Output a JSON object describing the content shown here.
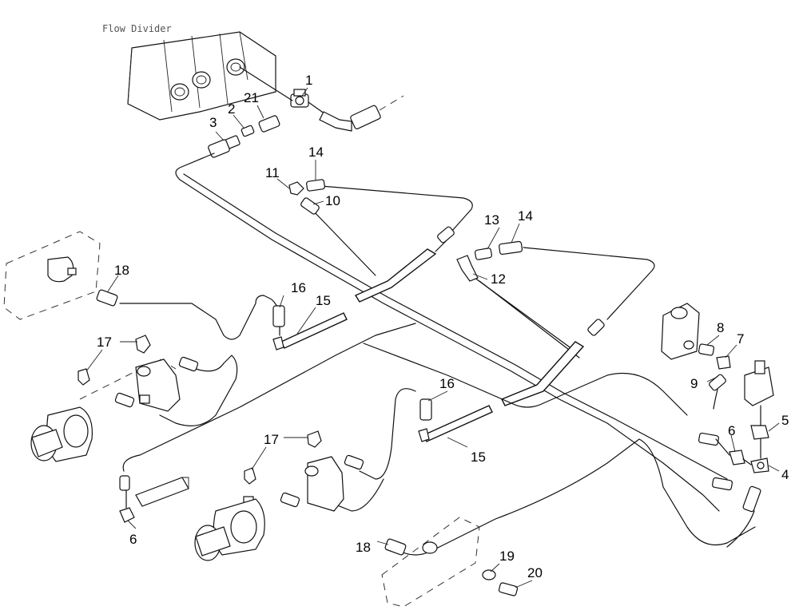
{
  "title": "Flow Divider",
  "callouts": {
    "c1": "1",
    "c2": "2",
    "c21": "21",
    "c3": "3",
    "c14a": "14",
    "c11": "11",
    "c10": "10",
    "c13": "13",
    "c14b": "14",
    "c12": "12",
    "c18a": "18",
    "c16a": "16",
    "c15a": "15",
    "c17a": "17",
    "c8": "8",
    "c7": "7",
    "c9": "9",
    "c5": "5",
    "c6a": "6",
    "c4": "4",
    "c16b": "16",
    "c15b": "15",
    "c17b": "17",
    "c6b": "6",
    "c18b": "18",
    "c19": "19",
    "c20": "20"
  }
}
